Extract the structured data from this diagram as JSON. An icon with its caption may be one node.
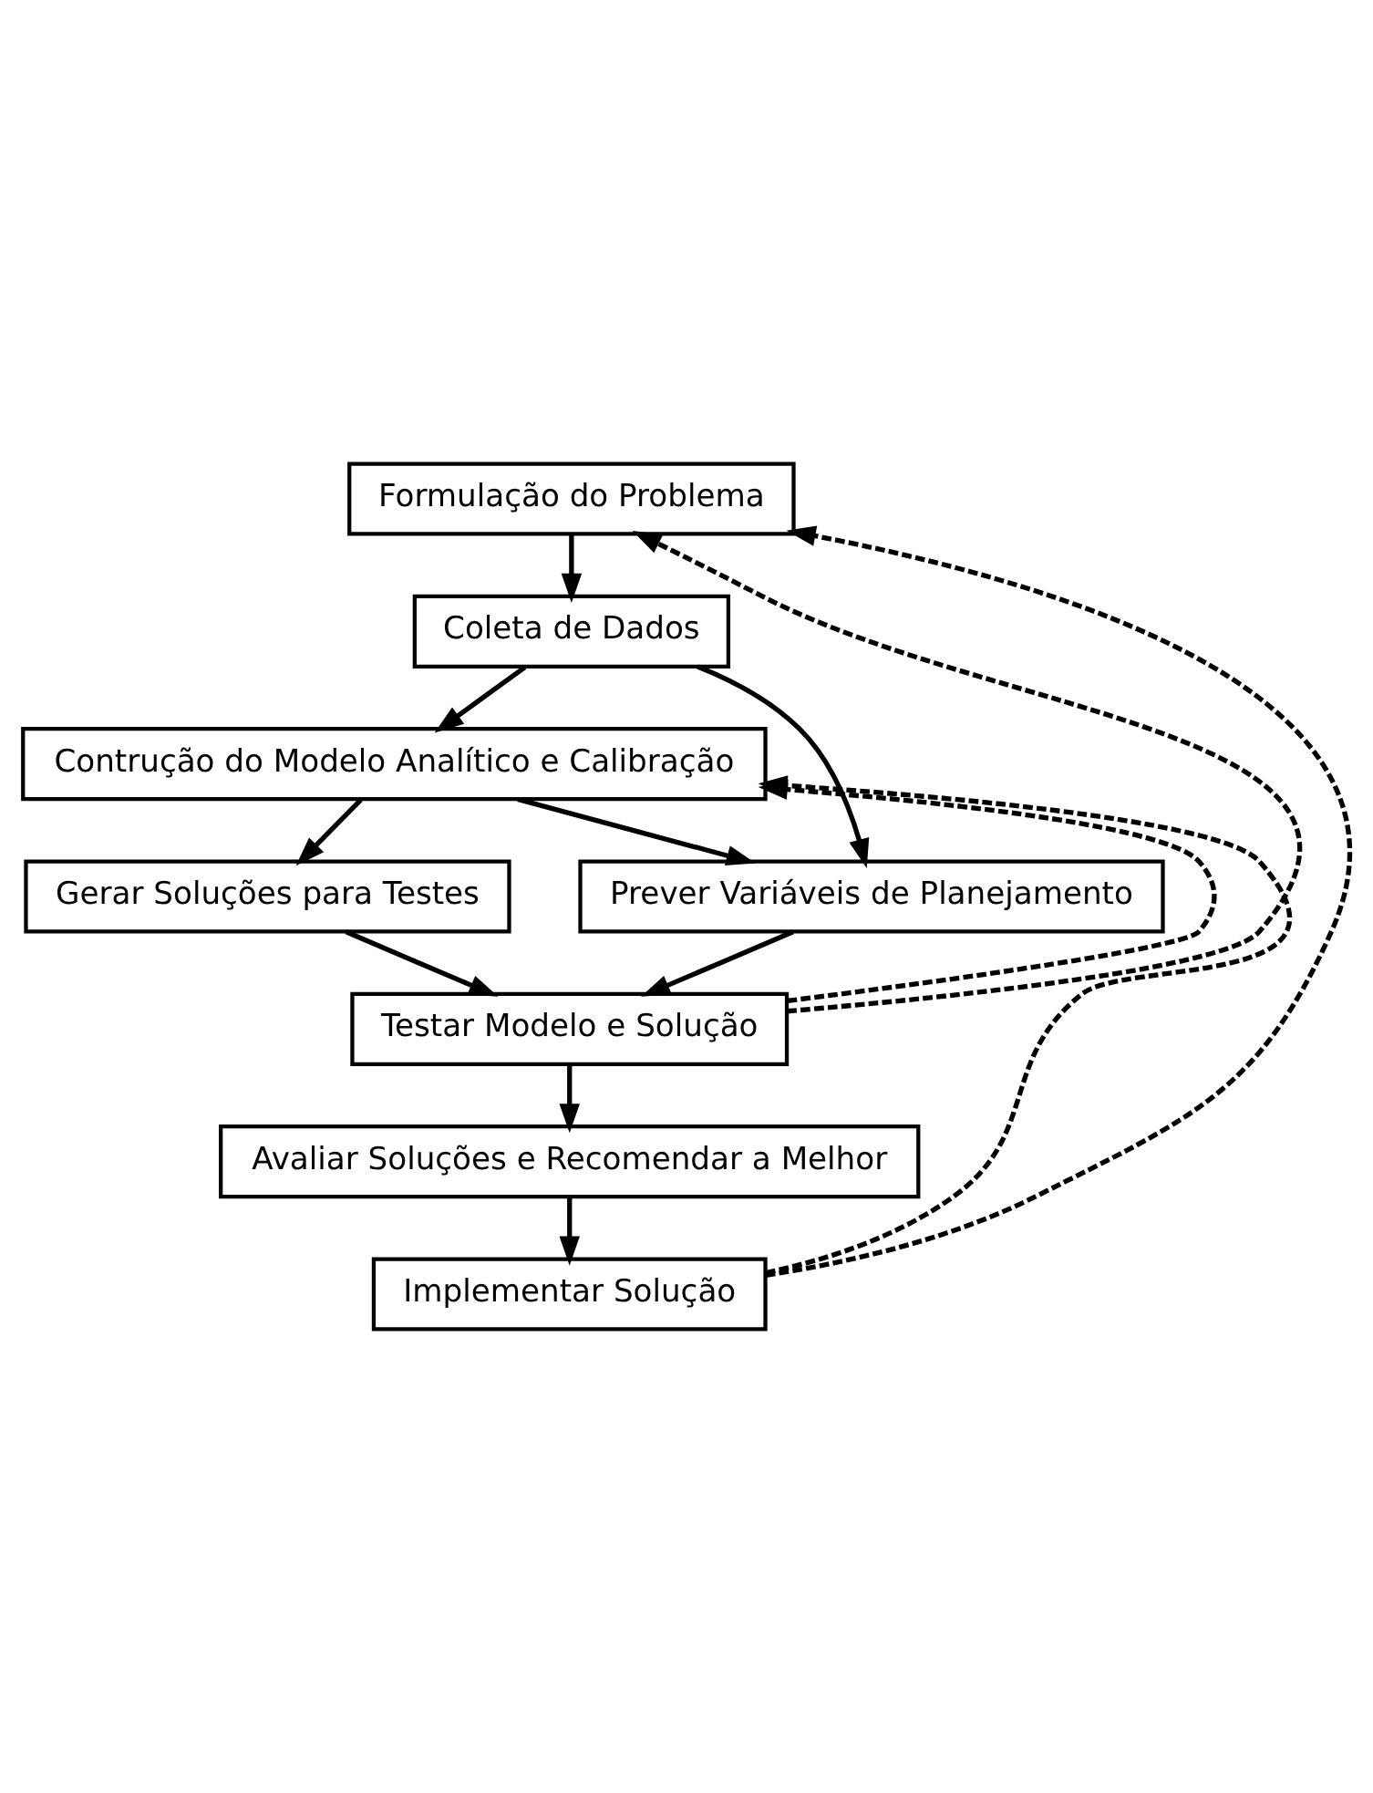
{
  "diagram": {
    "nodes": [
      {
        "text": [
          "Formulação do Problema"
        ]
      },
      {
        "text": [
          "Coleta de Dados"
        ]
      },
      {
        "text": [
          "Contrução do Modelo Analítico e Calibração"
        ]
      },
      {
        "text": [
          "Gerar Soluções para Testes"
        ]
      },
      {
        "text": [
          "Prever Variáveis de Planejamento"
        ]
      },
      {
        "text": [
          "Testar Modelo e Solução"
        ]
      },
      {
        "text": [
          "Avaliar Soluções e Recomendar a Melhor"
        ]
      },
      {
        "text": [
          "Implementar Solução"
        ]
      }
    ],
    "edges": [
      {
        "from": 0,
        "to": 1,
        "arrow": "to"
      },
      {
        "from": 1,
        "to": 2,
        "arrow": "to"
      },
      {
        "from": 1,
        "to": 4,
        "arrow": "to"
      },
      {
        "from": 2,
        "to": 3,
        "arrow": "to"
      },
      {
        "from": 2,
        "to": 4,
        "arrow": "to"
      },
      {
        "from": 3,
        "to": 5,
        "arrow": "to"
      },
      {
        "from": 4,
        "to": 5,
        "arrow": "to"
      },
      {
        "from": 5,
        "to": 6,
        "arrow": "to"
      },
      {
        "from": 6,
        "to": 7,
        "arrow": "to"
      },
      {
        "from": 5,
        "to": 0,
        "arrow": "to",
        "style": "dashed"
      },
      {
        "from": 5,
        "to": 2,
        "arrow": "to",
        "style": "dashed"
      },
      {
        "from": 7,
        "to": 0,
        "arrow": "to",
        "style": "dashed"
      },
      {
        "from": 7,
        "to": 2,
        "arrow": "to",
        "style": "dashed"
      }
    ]
  }
}
